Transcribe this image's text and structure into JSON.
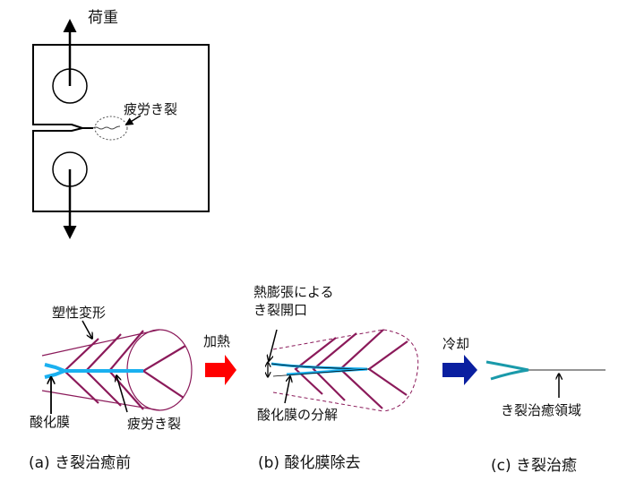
{
  "specimen": {
    "load_label": "荷重",
    "crack_label": "疲労き裂"
  },
  "panel_a": {
    "plastic_label": "塑性変形",
    "oxide_label": "酸化膜",
    "crack_label": "疲労き裂",
    "caption": "(a)  き裂治癒前"
  },
  "transition_ab": {
    "label": "加熱",
    "color": "#ff0000"
  },
  "panel_b": {
    "opening_label_line1": "熱膨張による",
    "opening_label_line2": "き裂開口",
    "oxide_decomp_label": "酸化膜の分解",
    "caption": "(b)  酸化膜除去"
  },
  "transition_bc": {
    "label": "冷却",
    "color": "#0a1fa0"
  },
  "panel_c": {
    "healed_label": "き裂治癒領域",
    "caption": "(c)  き裂治癒"
  },
  "colors": {
    "plastic_zone": "#8b1a5a",
    "oxide_film": "#1ab0f0",
    "healed_crack": "#1a9aaa"
  }
}
